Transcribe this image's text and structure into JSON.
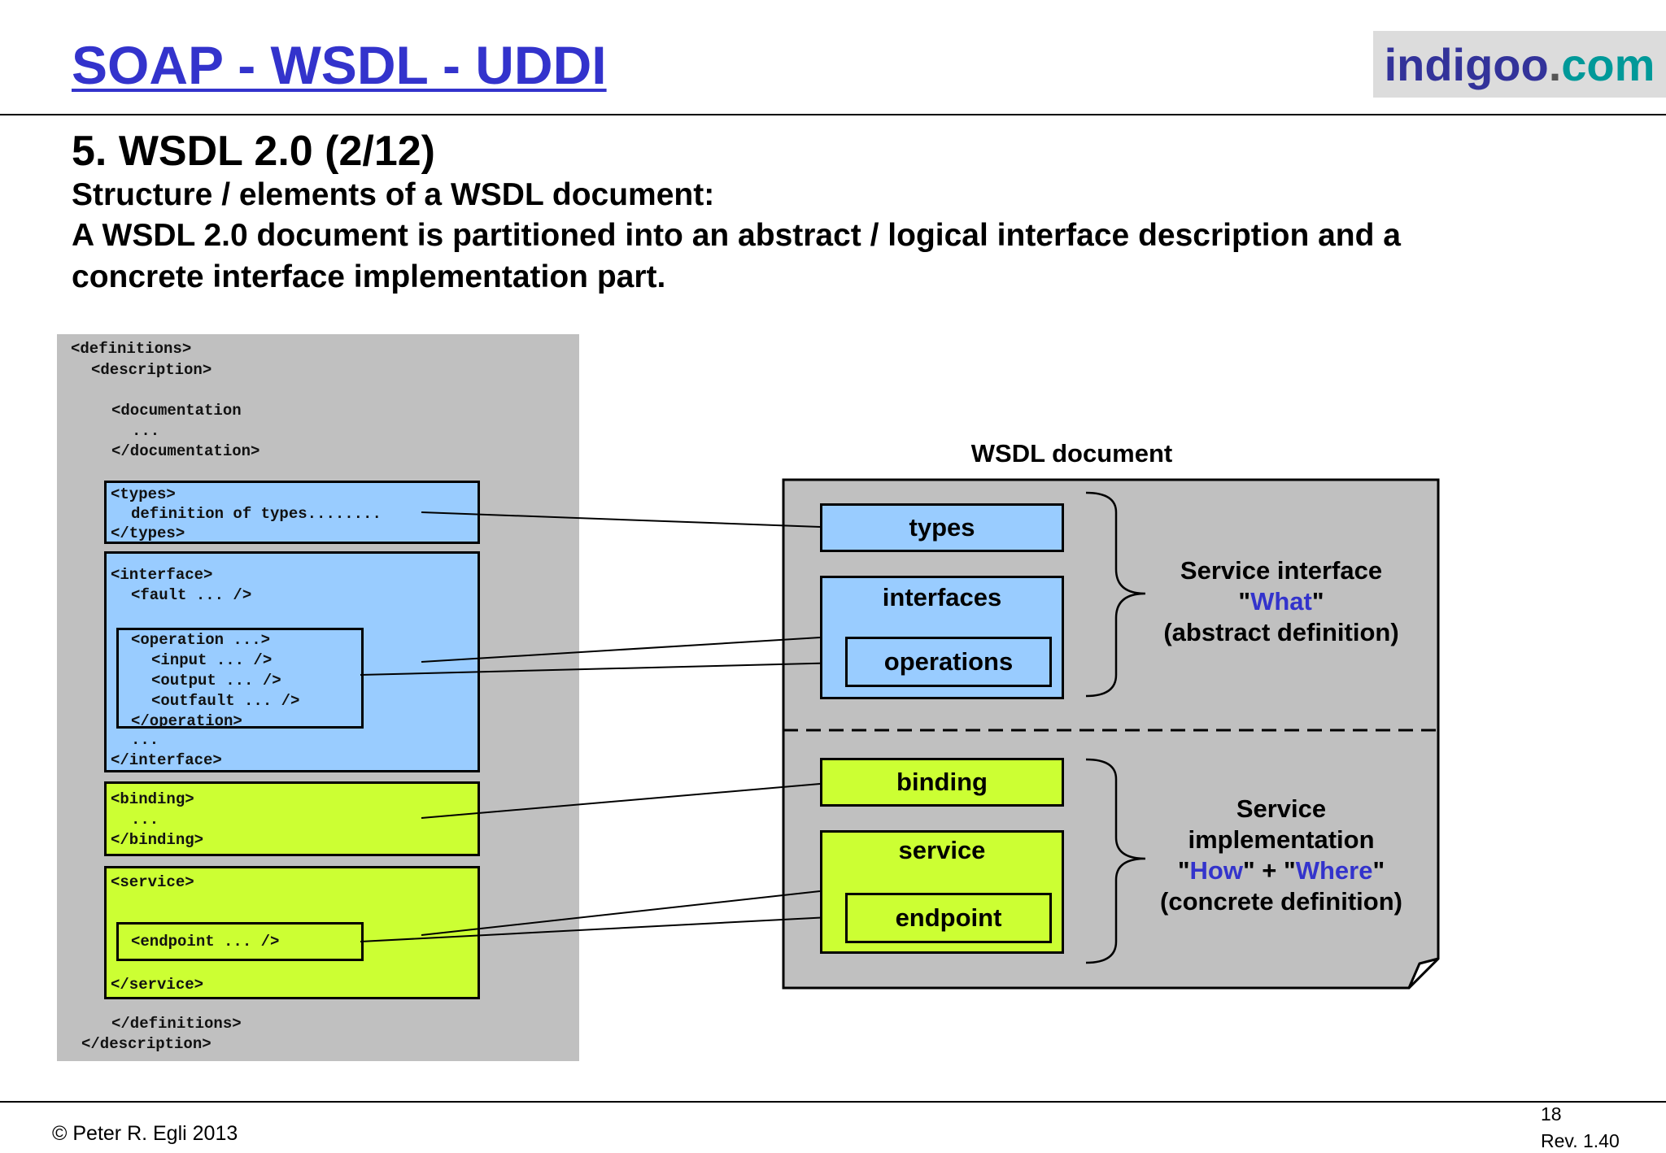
{
  "header": {
    "title": "SOAP - WSDL - UDDI",
    "brand": {
      "name": "indigoo",
      "dot": ".",
      "tld": "com"
    }
  },
  "slide": {
    "heading": "5. WSDL 2.0 (2/12)",
    "subtitle": "Structure / elements of a WSDL document:",
    "description_line1": "A WSDL 2.0 document is partitioned into an abstract / logical interface description and a",
    "description_line2": "concrete interface implementation part."
  },
  "code": {
    "definitions_open": "<definitions>",
    "description_open": "<description>",
    "documentation_open": "<documentation",
    "documentation_ellipsis": "...",
    "documentation_close": "</documentation>",
    "types_open": "<types>",
    "types_body": "definition of types........",
    "types_close": "</types>",
    "interface_open": "<interface>",
    "fault": "<fault ... />",
    "operation_open": "<operation ...>",
    "input": "<input ... />",
    "output": "<output ... />",
    "outfault": "<outfault ... />",
    "operation_close": "</operation>",
    "interface_ellipsis": "...",
    "interface_close": "</interface>",
    "binding_open": "<binding>",
    "binding_ellipsis": "...",
    "binding_close": "</binding>",
    "service_open": "<service>",
    "endpoint": "<endpoint ... />",
    "service_close": "</service>",
    "definitions_close": "</definitions>",
    "description_close": "</description>"
  },
  "diagram": {
    "title": "WSDL document",
    "types": "types",
    "interfaces": "interfaces",
    "operations": "operations",
    "binding": "binding",
    "service": "service",
    "endpoint": "endpoint",
    "interface_label": {
      "line1": "Service interface",
      "what_q1": "\"",
      "what": "What",
      "what_q2": "\"",
      "line3": "(abstract definition)"
    },
    "impl_label": {
      "line1": "Service",
      "line2": "implementation",
      "how_q1": "\"",
      "how": "How",
      "plus": "\" + \"",
      "where": "Where",
      "where_q2": "\"",
      "line4": "(concrete definition)"
    }
  },
  "colors": {
    "title_blue": "#3333cc",
    "abstract_fill": "#99ccff",
    "concrete_fill": "#ccff33",
    "panel_gray": "#c0c0c0",
    "brand_teal": "#009999"
  },
  "footer": {
    "copyright": "© Peter R. Egli 2013",
    "page": "18",
    "revision": "Rev. 1.40"
  }
}
